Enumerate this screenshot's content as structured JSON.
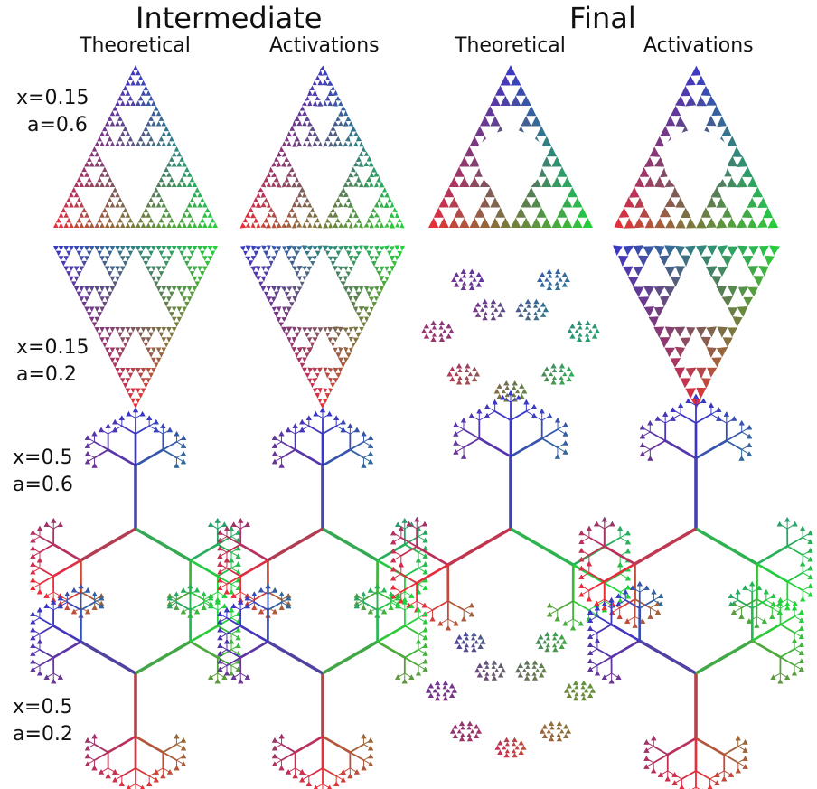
{
  "groups": [
    {
      "label": "Intermediate",
      "columns": [
        "Theoretical",
        "Activations"
      ]
    },
    {
      "label": "Final",
      "columns": [
        "Theoretical",
        "Activations"
      ]
    }
  ],
  "rows": [
    {
      "x_label": "x=0.15",
      "a_label": "a=0.6"
    },
    {
      "x_label": "x=0.15",
      "a_label": "a=0.2"
    },
    {
      "x_label": "x=0.5",
      "a_label": "a=0.6"
    },
    {
      "x_label": "x=0.5",
      "a_label": "a=0.2"
    }
  ],
  "colors": {
    "top": "#3a36c8",
    "left": "#d6303a",
    "right": "#22d43a",
    "mid": "#4a4a4a"
  }
}
